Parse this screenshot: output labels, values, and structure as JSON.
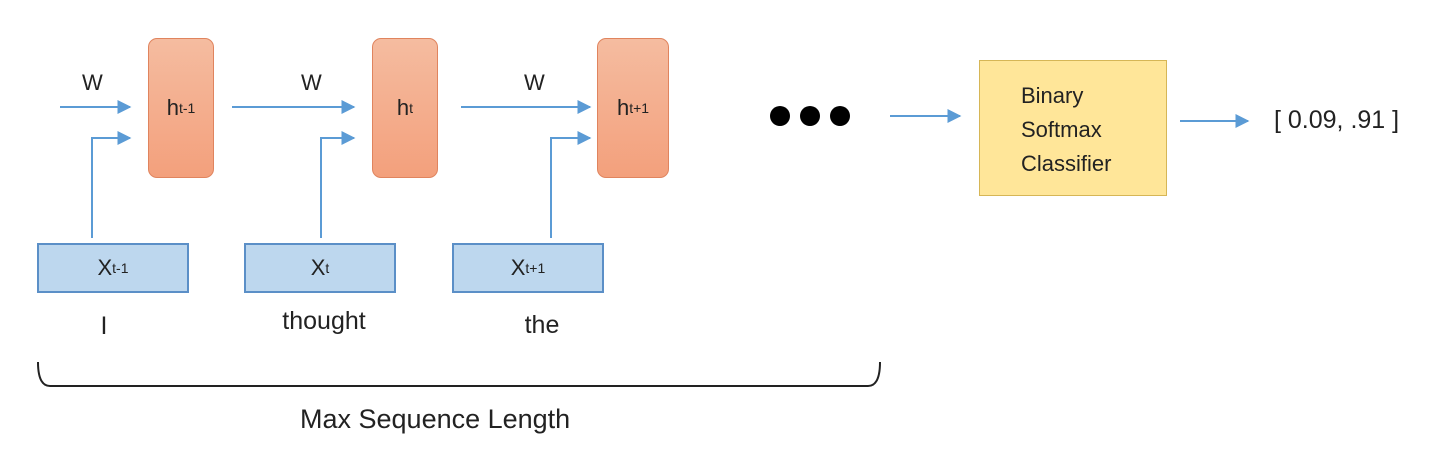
{
  "hidden_states": [
    {
      "symbol": "h",
      "sub": "t-1"
    },
    {
      "symbol": "h",
      "sub": "t"
    },
    {
      "symbol": "h",
      "sub": "t+1"
    }
  ],
  "inputs": [
    {
      "symbol": "X",
      "sub": "t-1",
      "word": "I"
    },
    {
      "symbol": "X",
      "sub": "t",
      "word": "thought"
    },
    {
      "symbol": "X",
      "sub": "t+1",
      "word": "the"
    }
  ],
  "weight_label": "W",
  "classifier": {
    "lines": [
      "Binary",
      "Softmax",
      "Classifier"
    ]
  },
  "output": "[ 0.09, .91 ]",
  "bracket_label": "Max Sequence Length",
  "colors": {
    "hidden_fill": "#f3a07c",
    "input_fill": "#bdd7ee",
    "classifier_fill": "#ffe699",
    "arrow": "#5b9bd5"
  }
}
